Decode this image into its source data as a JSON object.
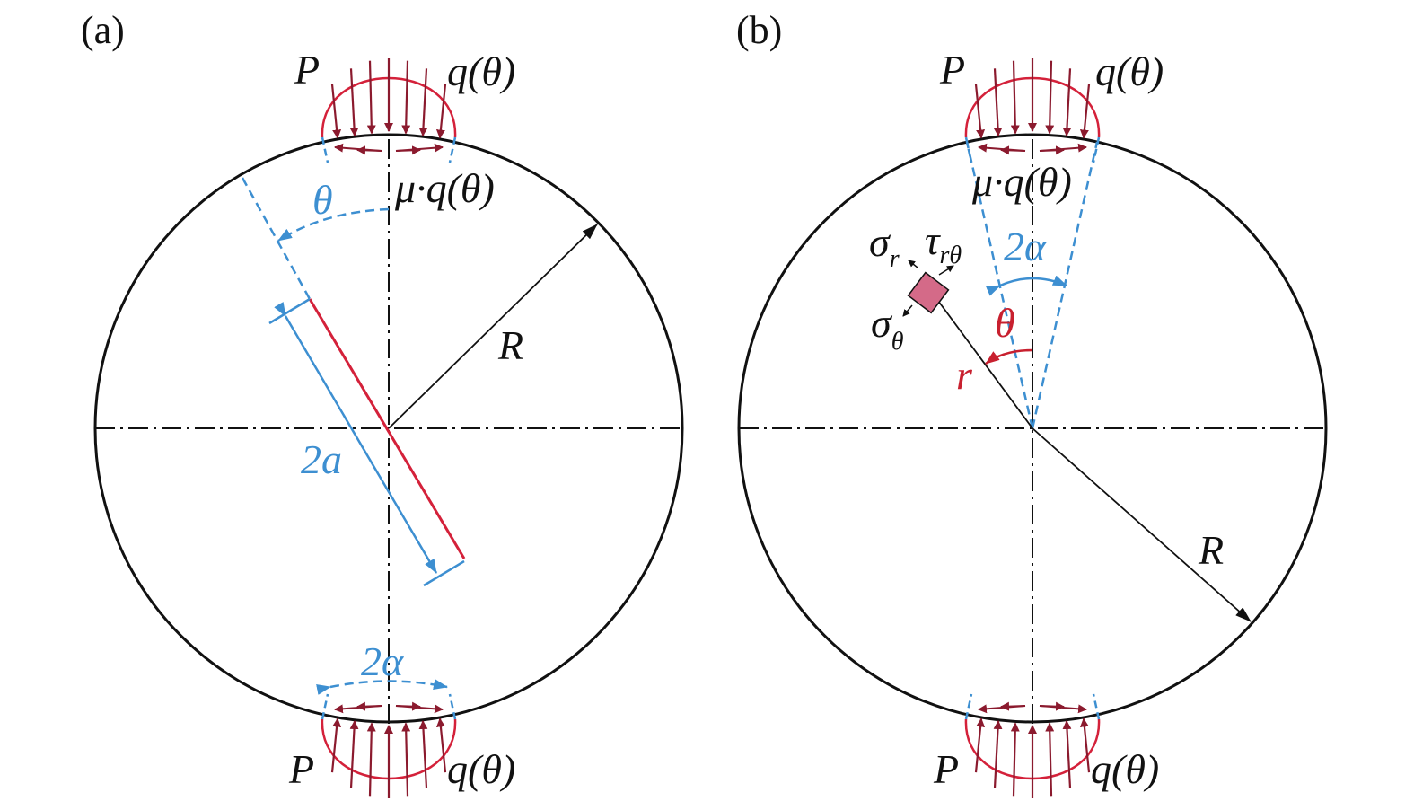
{
  "colors": {
    "load": "#d4213a",
    "arrow": "#8b1a2e",
    "dim": "#3d8fd1",
    "crack": "#d4213a",
    "element": "#d46a88"
  },
  "panel_a": {
    "tag": "(a)",
    "load_top": "P",
    "load_top_q": "q(θ)",
    "friction": "μ·q(θ)",
    "angle": "θ",
    "radius": "R",
    "crack_length": "2a",
    "load_width": "2α",
    "load_bottom": "P",
    "load_bottom_q": "q(θ)"
  },
  "panel_b": {
    "tag": "(b)",
    "load_top": "P",
    "load_top_q": "q(θ)",
    "friction": "μ·q(θ)",
    "load_width": "2α",
    "sigma": "σ",
    "sigma_r_sub": "r",
    "tau": "τ",
    "tau_sub": "rθ",
    "sigma_theta_sub": "θ",
    "angle": "θ",
    "r": "r",
    "radius": "R",
    "load_bottom": "P",
    "load_bottom_q": "q(θ)"
  }
}
